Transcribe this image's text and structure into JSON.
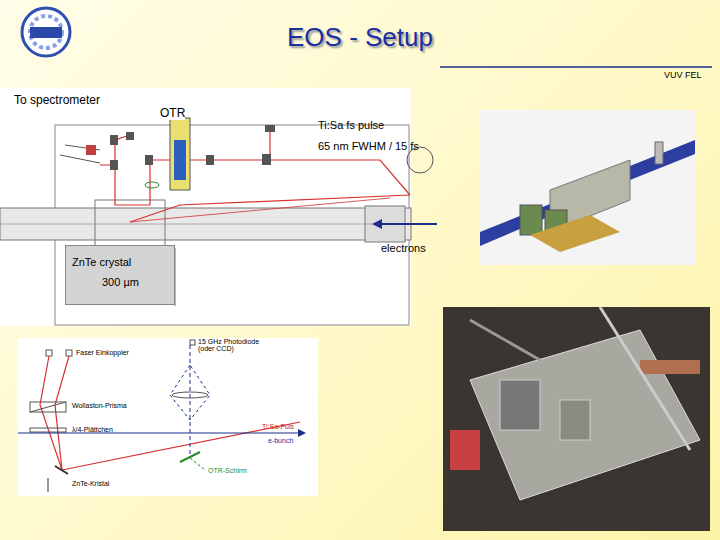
{
  "diagram": {
    "title": "EOS - Setup",
    "nodes": [
      {
        "text": [
          "ZnTe crystal",
          "300 µm"
        ]
      }
    ],
    "labels": [
      "VUV FEL",
      "To spectrometer",
      "OTR",
      "Ti:Sa fs pulse",
      "65 nm FWHM / 15 fs",
      "electrons",
      "Faser Einkoppler",
      "15 GHz Photodiode (oder CCD)",
      "Wollaston-Prisma",
      "λ/4-Plättchen",
      "Ti:Sa-Puls",
      "e-bunch",
      "OTR-Schirm",
      "ZnTe-Kristal"
    ]
  }
}
